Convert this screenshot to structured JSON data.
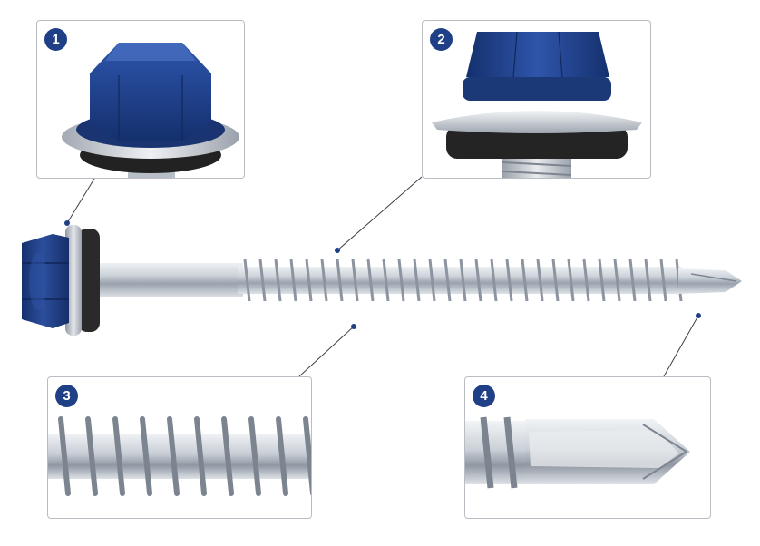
{
  "product": {
    "callouts": [
      {
        "number": "1",
        "part": "hex-washer-head"
      },
      {
        "number": "2",
        "part": "bonded-epdm-washer"
      },
      {
        "number": "3",
        "part": "thread"
      },
      {
        "number": "4",
        "part": "drill-point"
      }
    ],
    "colors": {
      "head_blue": "#1f3f86",
      "badge_blue": "#1f3f86",
      "steel": "#c9ced6",
      "rubber": "#2a2a2a",
      "box_border": "#b9bcc2",
      "leader": "#3a3f48"
    }
  }
}
